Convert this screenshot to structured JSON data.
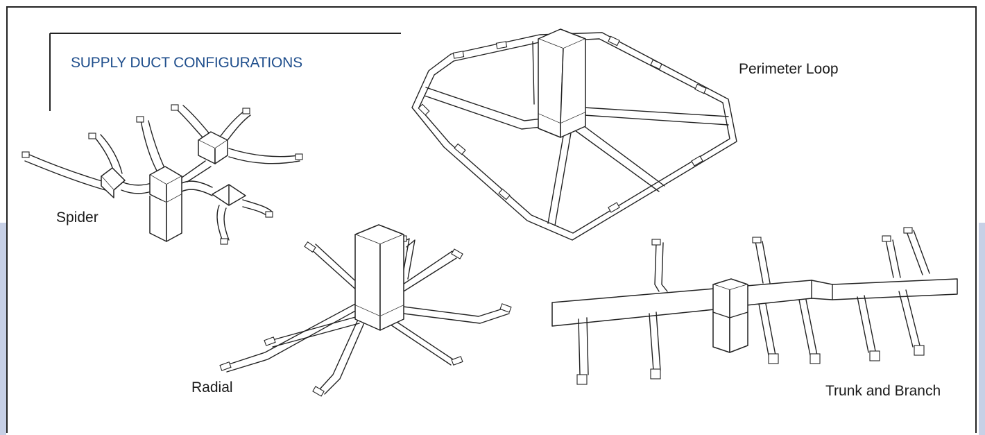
{
  "title": "SUPPLY DUCT CONFIGURATIONS",
  "labels": {
    "spider": "Spider",
    "perimeter_loop": "Perimeter Loop",
    "radial": "Radial",
    "trunk_and_branch": "Trunk and Branch"
  },
  "colors": {
    "title": "#1f4e8c",
    "side_band": "#c7d0e6",
    "line": "#222222"
  }
}
